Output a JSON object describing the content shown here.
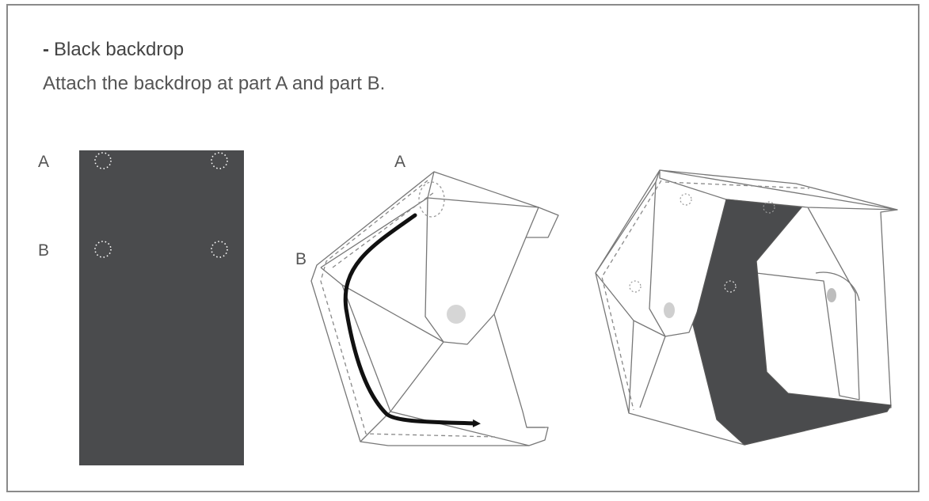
{
  "heading": {
    "dash": "-",
    "text": "Black backdrop"
  },
  "instruction": "Attach the backdrop at part A and part B.",
  "labels": {
    "backdrop_a": "A",
    "backdrop_b": "B",
    "box_a": "A",
    "box_b": "B"
  },
  "colors": {
    "backdrop": "#4a4b4d",
    "outline": "#777777",
    "arrow": "#111111",
    "dot": "#cccccc"
  }
}
